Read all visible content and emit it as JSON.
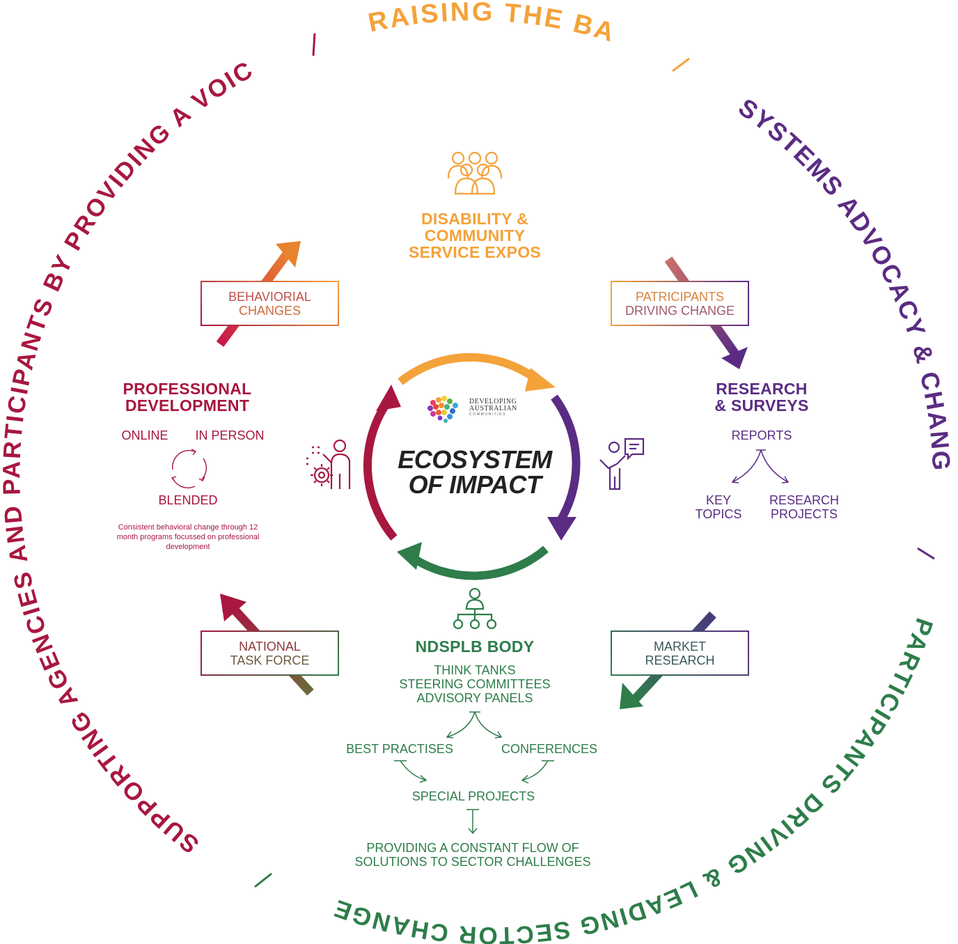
{
  "colors": {
    "orange": "#F4A23A",
    "purple": "#5B2C83",
    "green": "#2E7D4A",
    "crimson": "#A8173F",
    "brown": "#8B3A3A",
    "amber": "#E07A2F"
  },
  "ring": {
    "top": "RAISING THE BAR",
    "right": "SYSTEMS ADVOCACY & CHANGE",
    "bottom": "PARTICIPANTS DRIVING & LEADING SECTOR CHANGE",
    "left": "SUPPORTING AGENCIES AND PARTICIPANTS BY PROVIDING A VOICE"
  },
  "center": {
    "title_line1": "ECOSYSTEM",
    "title_line2": "OF IMPACT",
    "logo_line1": "DEVELOPING",
    "logo_line2": "AUSTRALIAN",
    "logo_line3": "COMMUNITIES"
  },
  "expos": {
    "icon": "group-of-people-icon",
    "line1": "DISABILITY &",
    "line2": "COMMUNITY",
    "line3": "SERVICE EXPOS"
  },
  "research": {
    "icon": "presenter-speech-bubble-icon",
    "title_line1": "RESEARCH",
    "title_line2": "& SURVEYS",
    "reports": "REPORTS",
    "key_topics_line1": "KEY",
    "key_topics_line2": "TOPICS",
    "projects_line1": "RESEARCH",
    "projects_line2": "PROJECTS"
  },
  "body_section": {
    "icon": "org-chart-icon",
    "title": "NDSPLB BODY",
    "item1": "THINK TANKS",
    "item2": "STEERING COMMITTEES",
    "item3": "ADVISORY PANELS",
    "best": "BEST PRACTISES",
    "conferences": "CONFERENCES",
    "special": "SPECIAL PROJECTS",
    "result_line1": "PROVIDING A CONSTANT FLOW OF",
    "result_line2": "SOLUTIONS TO SECTOR CHALLENGES"
  },
  "professional": {
    "icon": "person-gear-icon",
    "title_line1": "PROFESSIONAL",
    "title_line2": "DEVELOPMENT",
    "online": "ONLINE",
    "in_person": "IN PERSON",
    "blended": "BLENDED",
    "note_line1": "Consistent behavioral change through 12",
    "note_line2": "month programs  focussed on professional",
    "note_line3": "development"
  },
  "boxes": {
    "behavioral_line1": "BEHAVIORIAL",
    "behavioral_line2": "CHANGES",
    "participants_line1": "PATRICIPANTS",
    "participants_line2": "DRIVING CHANGE",
    "market_line1": "MARKET",
    "market_line2": "RESEARCH",
    "taskforce_line1": "NATIONAL",
    "taskforce_line2": "TASK FORCE"
  }
}
